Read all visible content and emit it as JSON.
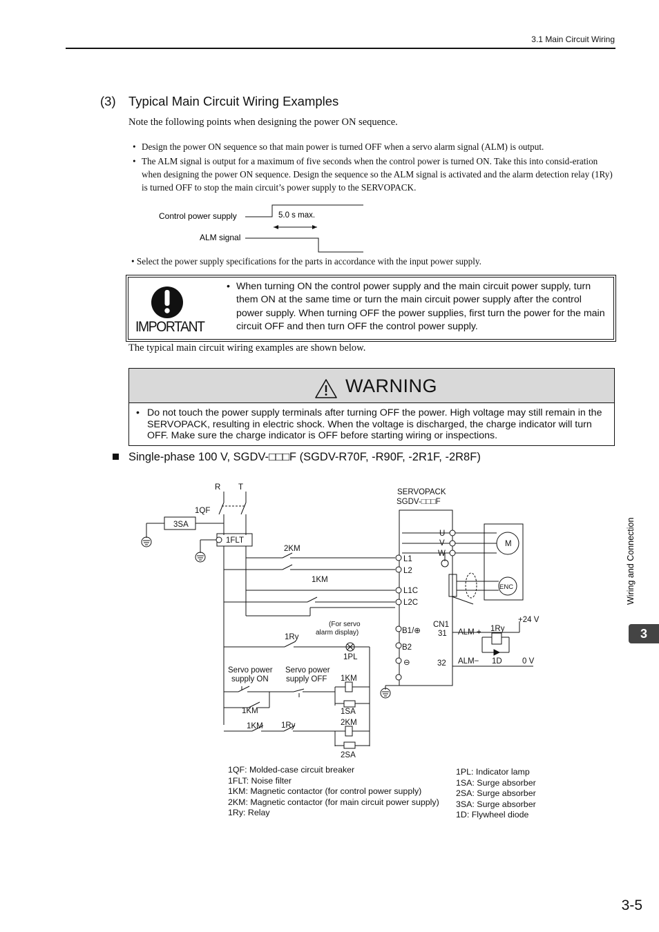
{
  "header": {
    "section": "3.1  Main Circuit Wiring"
  },
  "section": {
    "number": "(3)",
    "title": "Typical Main Circuit Wiring Examples"
  },
  "intro": "Note the following points when designing the power ON sequence.",
  "bullets": [
    "Design the power ON sequence so that main power is turned OFF when a servo alarm signal (ALM) is output.",
    "The ALM signal is output for a maximum of five seconds when the control power is turned ON. Take this into consid-eration when designing the power ON sequence. Design the sequence so the ALM signal is activated and the alarm detection relay (1Ry) is turned OFF to stop the main circuit’s power supply to the SERVOPACK."
  ],
  "timing": {
    "control_label": "Control power supply",
    "alm_label": "ALM signal",
    "duration": "5.0 s max."
  },
  "select_bullet": "• Select the power supply specifications for the parts in accordance with the input power supply.",
  "important": {
    "label": "IMPORTANT",
    "text": "When turning ON the control power supply and the main circuit power supply, turn them ON at the same time or turn the main circuit power supply after the control power supply. When turning OFF the power supplies, first turn the power for the main circuit OFF and then turn OFF the control power supply."
  },
  "typical_line": "The typical main circuit wiring examples are shown below.",
  "warning": {
    "title": "WARNING",
    "text": "Do not touch the power supply terminals after turning OFF the power. High voltage may still remain in the SERVOPACK, resulting in electric shock. When the voltage is discharged, the charge indicator will turn OFF. Make sure the charge indicator is OFF before starting wiring or inspections."
  },
  "model_heading": "Single-phase 100 V, SGDV-□□□F (SGDV-R70F, -R90F, -2R1F, -2R8F)",
  "diagram": {
    "R": "R",
    "T": "T",
    "qf": "1QF",
    "sa3": "3SA",
    "flt": "1FLT",
    "km2": "2KM",
    "km1": "1KM",
    "servopack": "SERVOPACK",
    "model": "SGDV-□□□F",
    "U": "U",
    "V": "V",
    "W": "W",
    "M": "M",
    "ENC": "ENC",
    "L1": "L1",
    "L2": "L2",
    "L1C": "L1C",
    "L2C": "L2C",
    "B1": "B1/⊕",
    "B2": "B2",
    "minus": "⊖",
    "cn1": "CN1",
    "p31": "31",
    "p32": "32",
    "almp": "ALM +",
    "almm": "ALM−",
    "ry1": "1Ry",
    "d1": "1D",
    "v24": "+24 V",
    "v0": "0 V",
    "servo_note1": "(For servo",
    "servo_note2": "alarm display)",
    "pl1": "1PL",
    "on1": "Servo power",
    "on2": "supply ON",
    "off1": "Servo power",
    "off2": "supply OFF",
    "sa1": "1SA",
    "sa2": "2SA"
  },
  "legend_left": [
    "1QF: Molded-case circuit breaker",
    "1FLT: Noise filter",
    "1KM: Magnetic contactor (for control power supply)",
    "2KM: Magnetic contactor (for main circuit power supply)",
    "1Ry: Relay"
  ],
  "legend_right": [
    "1PL: Indicator lamp",
    "1SA: Surge absorber",
    "2SA: Surge absorber",
    "3SA: Surge absorber",
    "1D:   Flywheel diode"
  ],
  "side_label": "Wiring and Connection",
  "chapter": "3",
  "page_number": "3-5"
}
